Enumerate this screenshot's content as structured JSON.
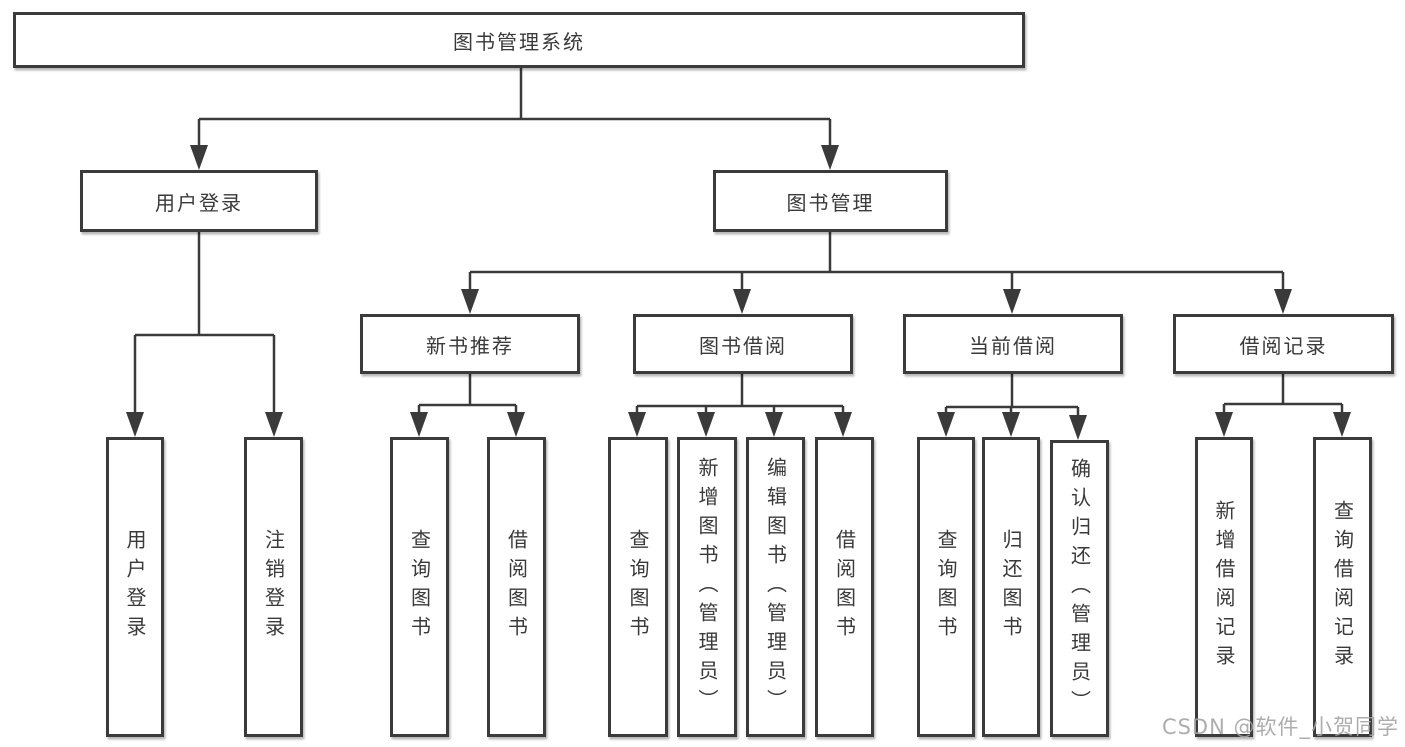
{
  "tree": {
    "root": {
      "label": "图书管理系统",
      "children": [
        {
          "label": "用户登录",
          "children": [
            {
              "label": "用户登录"
            },
            {
              "label": "注销登录"
            }
          ]
        },
        {
          "label": "图书管理",
          "children": [
            {
              "label": "新书推荐",
              "children": [
                {
                  "label": "查询图书"
                },
                {
                  "label": "借阅图书"
                }
              ]
            },
            {
              "label": "图书借阅",
              "children": [
                {
                  "label": "查询图书"
                },
                {
                  "label": "新增图书（管理员）"
                },
                {
                  "label": "编辑图书（管理员）"
                },
                {
                  "label": "借阅图书"
                }
              ]
            },
            {
              "label": "当前借阅",
              "children": [
                {
                  "label": "查询图书"
                },
                {
                  "label": "归还图书"
                },
                {
                  "label": "确认归还（管理员）"
                }
              ]
            },
            {
              "label": "借阅记录",
              "children": [
                {
                  "label": "新增借阅记录"
                },
                {
                  "label": "查询借阅记录"
                }
              ]
            }
          ]
        }
      ]
    }
  },
  "watermark": "CSDN @软件_小贺同学",
  "colors": {
    "line": "#3a3a3a",
    "text": "#3a3a3a",
    "box_background": "#ffffff",
    "watermark": "#a4a4a4",
    "background": "#ffffff"
  }
}
